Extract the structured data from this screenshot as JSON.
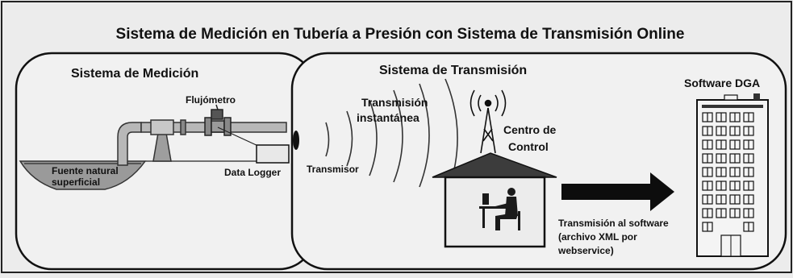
{
  "title": "Sistema de Medición en Tubería a Presión con Sistema de Transmisión Online",
  "measurement": {
    "heading": "Sistema de Medición",
    "flowmeter_label": "Flujómetro",
    "source_label_1": "Fuente natural",
    "source_label_2": "superficial",
    "logger_label": "Data Logger"
  },
  "transmission": {
    "heading": "Sistema de Transmisión",
    "transmitter_label": "Transmisor",
    "instant_label_1": "Transmisión",
    "instant_label_2": "instantánea",
    "control_label_1": "Centro de",
    "control_label_2": "Control",
    "software_label_1": "Transmisión  al software",
    "software_label_2": "(archivo XML por",
    "software_label_3": "webservice)"
  },
  "software": {
    "heading": "Software DGA"
  }
}
